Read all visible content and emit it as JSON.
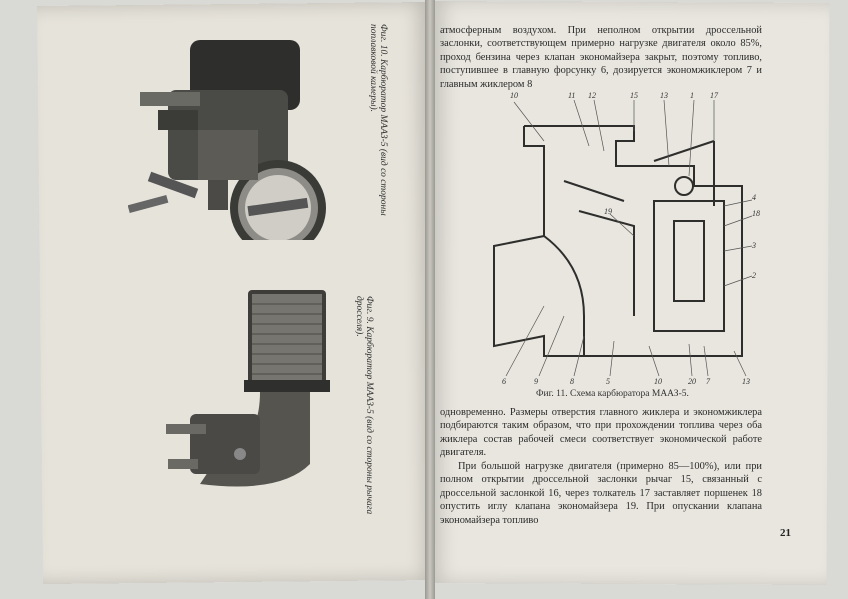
{
  "left_page": {
    "figure_10_caption": "Фиг. 10. Карбюратор МААЗ-5 (вид со стороны поплавковой камеры).",
    "figure_9_caption": "Фиг. 9. Карбюратор МААЗ-5 (вид со стороны рычага дросселя)."
  },
  "right_page": {
    "paragraph_top": "атмосферным воздухом. При неполном открытии дроссельной заслонки, соответствующем примерно нагрузке двигателя около 85%, проход бензина через клапан экономайзера закрыт, поэтому топливо, поступившее в главную форсунку 6, дозируется экономжиклером 7 и главным жиклером 8",
    "figure_11_caption": "Фиг. 11. Схема карбюратора МААЗ-5.",
    "diagram_labels": [
      "10",
      "11",
      "12",
      "15",
      "13",
      "1",
      "17",
      "4",
      "18",
      "19",
      "3",
      "2",
      "6",
      "9",
      "8",
      "5",
      "10",
      "20",
      "7",
      "13"
    ],
    "paragraph_middle": "одновременно. Размеры отверстия главного жиклера и экономжиклера подбираются таким образом, что при прохождении топлива через оба жиклера состав рабочей смеси соответствует экономической работе двигателя.",
    "paragraph_bottom": "При большой нагрузке двигателя (примерно 85—100%), или при полном открытии дроссельной заслонки рычаг 15, связанный с дроссельной заслонкой 16, через толкатель 17 заставляет поршенек 18 опустить иглу клапана экономайзера 19. При опускании клапана экономайзера топливо",
    "page_number": "21"
  }
}
